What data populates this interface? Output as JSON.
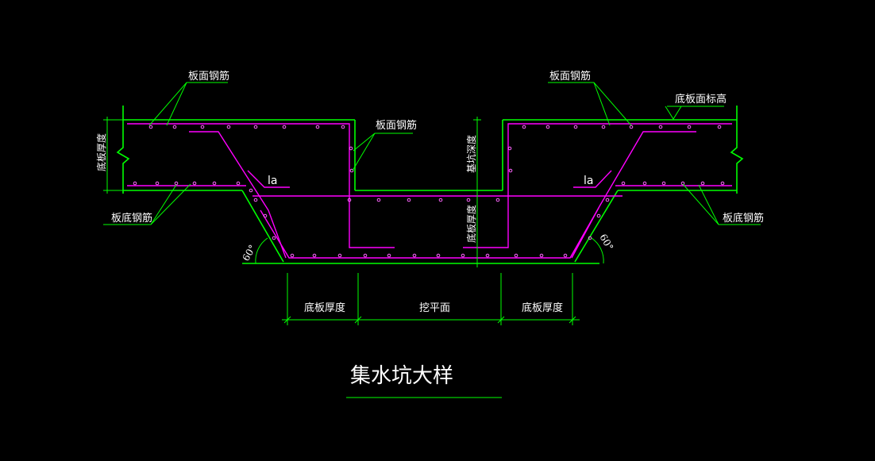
{
  "colors": {
    "background": "#000000",
    "concrete_outline": "#00ff00",
    "rebar": "#ff00ff",
    "rebar_dots": "#ff66ff",
    "text": "#ffffff",
    "leader": "#00ff00"
  },
  "labels": {
    "top_rebar_left": "板面钢筋",
    "top_rebar_center": "板面钢筋",
    "top_rebar_right": "板面钢筋",
    "bottom_rebar_left": "板底钢筋",
    "bottom_rebar_right": "板底钢筋",
    "slab_top_elevation": "底板面标高",
    "slab_thickness_left_vertical": "底板厚度",
    "pit_depth_vertical": "基坑深度",
    "pit_slab_thickness_vertical": "底板厚度",
    "anchorage_left": "la",
    "anchorage_right": "la",
    "angle_left": "60°",
    "angle_right": "60°"
  },
  "dimensions": {
    "left_segment": "底板厚度",
    "center_segment": "挖平面",
    "right_segment": "底板厚度"
  },
  "title": "集水坑大样"
}
